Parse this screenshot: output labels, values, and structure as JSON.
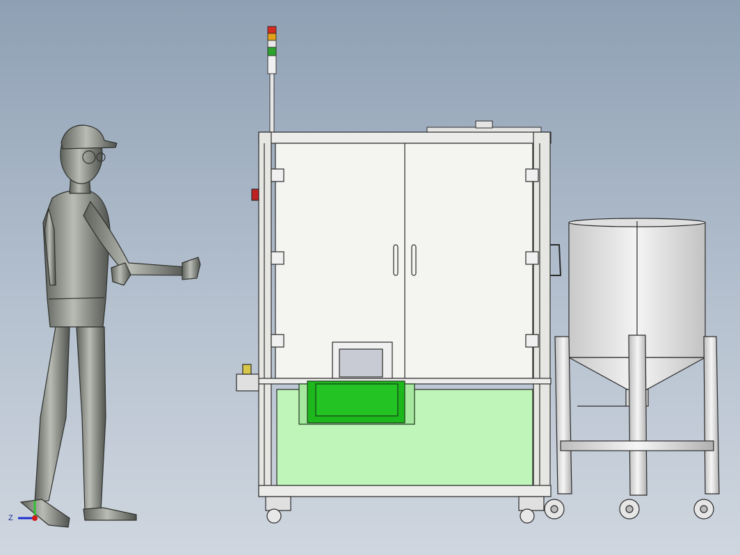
{
  "viewport": {
    "background_top": "#8fa0b4",
    "background_bottom": "#cfd6df"
  },
  "scene": {
    "objects": [
      {
        "name": "human-mannequin",
        "color": "#8a8d86"
      },
      {
        "name": "machine-cabinet",
        "frame_color": "#e6e6e2",
        "panel_color": "#f2f2ef",
        "lower_panel_color": "#bff5b8"
      },
      {
        "name": "signal-tower-light",
        "colors": [
          "#d42a1f",
          "#e3a21a",
          "#2ca32c"
        ]
      },
      {
        "name": "green-tote-bin",
        "color": "#1cb81c"
      },
      {
        "name": "mixing-tank-on-stand",
        "color": "#d8d8d8"
      }
    ]
  },
  "triad": {
    "axis_label_z": "Z",
    "colors": {
      "x": "#1b2fd1",
      "y": "#2fbf2f",
      "z": "#d21a1a"
    }
  }
}
